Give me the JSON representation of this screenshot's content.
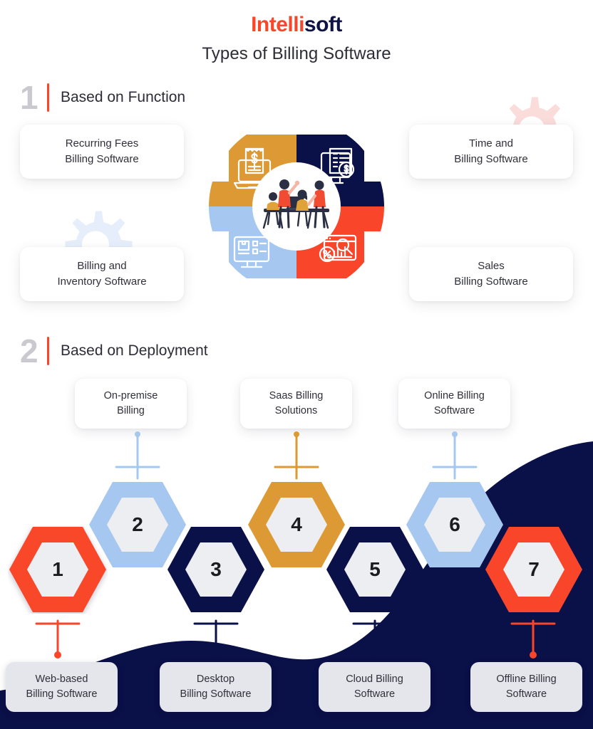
{
  "brand": {
    "name_part1": "Intelli",
    "name_part2": "soft"
  },
  "headline": "Types of Billing Software",
  "colors": {
    "red": "#f9462a",
    "navy": "#0a1048",
    "light_blue": "#a6c8f0",
    "gold": "#dd9a34",
    "gray_number": "#c9c9cf",
    "card_gray": "#e5e5ec",
    "pink_gear": "#fadcdb",
    "blue_gear": "#e7eefb"
  },
  "sections": [
    {
      "number": "1",
      "title": "Based on Function"
    },
    {
      "number": "2",
      "title": "Based on Deployment"
    }
  ],
  "function_section": {
    "cards": [
      {
        "id": "recurring-fees",
        "line1": "Recurring Fees",
        "line2": "Billing Software",
        "position": "top-left"
      },
      {
        "id": "time-and-billing",
        "line1": "Time and",
        "line2": "Billing Software",
        "position": "top-right"
      },
      {
        "id": "billing-inventory",
        "line1": "Billing and",
        "line2": "Inventory Software",
        "position": "bottom-left"
      },
      {
        "id": "sales-billing",
        "line1": "Sales",
        "line2": "Billing Software",
        "position": "bottom-right"
      }
    ],
    "donut": {
      "center_illustration": "team-collaboration-illustration",
      "quadrants": [
        {
          "name": "top-left",
          "color": "#dd9a34",
          "icon": "laptop-invoice-icon"
        },
        {
          "name": "top-right",
          "color": "#0a1048",
          "icon": "monitor-invoice-dollar-icon"
        },
        {
          "name": "bottom-left",
          "color": "#a6c8f0",
          "icon": "monitor-inventory-icon"
        },
        {
          "name": "bottom-right",
          "color": "#f9462a",
          "icon": "sales-analytics-magnifier-icon"
        }
      ]
    },
    "decor": [
      {
        "name": "pink-gear-icon",
        "color": "#fadcdb"
      },
      {
        "name": "blue-gear-icon",
        "color": "#e7eefb"
      }
    ]
  },
  "deployment_section": {
    "hexagons": [
      {
        "number": "1",
        "color": "#f9462a",
        "label_line1": "Web-based",
        "label_line2": "Billing Software",
        "label_position": "bottom"
      },
      {
        "number": "2",
        "color": "#a6c8f0",
        "label_line1": "On-premise",
        "label_line2": "Billing",
        "label_position": "top"
      },
      {
        "number": "3",
        "color": "#0a1048",
        "label_line1": "Desktop",
        "label_line2": "Billing Software",
        "label_position": "bottom"
      },
      {
        "number": "4",
        "color": "#dd9a34",
        "label_line1": "Saas Billing",
        "label_line2": "Solutions",
        "label_position": "top"
      },
      {
        "number": "5",
        "color": "#0a1048",
        "label_line1": "Cloud Billing",
        "label_line2": "Software",
        "label_position": "bottom"
      },
      {
        "number": "6",
        "color": "#a6c8f0",
        "label_line1": "Online Billing",
        "label_line2": "Software",
        "label_position": "top"
      },
      {
        "number": "7",
        "color": "#f9462a",
        "label_line1": "Offline Billing",
        "label_line2": "Software",
        "label_position": "bottom"
      }
    ]
  }
}
